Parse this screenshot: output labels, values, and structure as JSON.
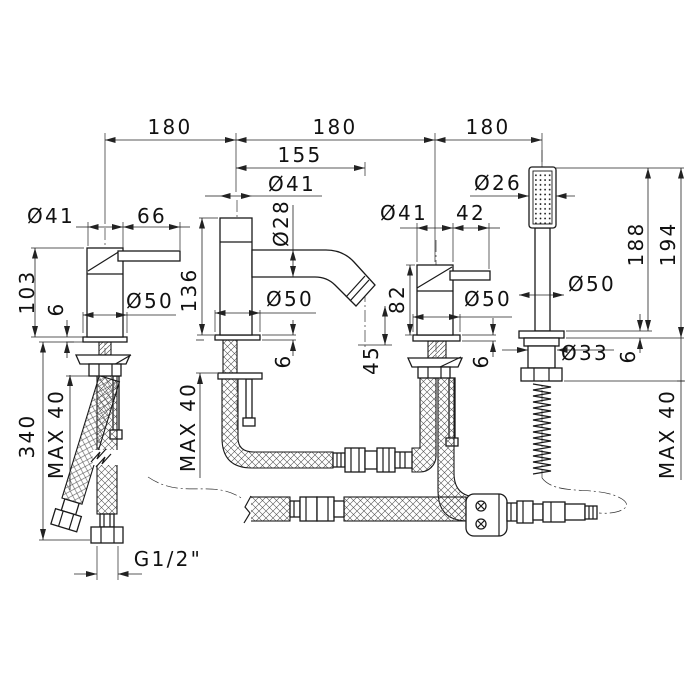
{
  "colors": {
    "line": "#1a1a1a",
    "background": "#ffffff"
  },
  "dimensions": {
    "center_spacing": [
      "180",
      "180",
      "180"
    ],
    "spout_projection": "155",
    "mixer": {
      "top_diameter": "Ø41",
      "handle_projection": "66",
      "body_height": "103",
      "flange_height": "6",
      "base_diameter": "Ø50",
      "hose_length": "340",
      "max_deck_thickness": "MAX 40",
      "thread": "G1/2\""
    },
    "spout": {
      "top_diameter": "Ø41",
      "tube_diameter": "Ø28",
      "height": "136",
      "base_diameter": "Ø50",
      "flange_height": "6",
      "outlet_clearance": "45",
      "max_deck_thickness": "MAX 40"
    },
    "diverter": {
      "top_diameter": "Ø41",
      "handle_projection": "42",
      "body_height": "82",
      "base_diameter": "Ø50",
      "flange_height": "6"
    },
    "handshower": {
      "head_diameter": "Ø26",
      "handle_length": "188",
      "overall_length": "194",
      "base_diameter": "Ø50",
      "shank_diameter": "Ø33",
      "flange_height": "6",
      "max_deck_thickness": "MAX 40"
    }
  }
}
